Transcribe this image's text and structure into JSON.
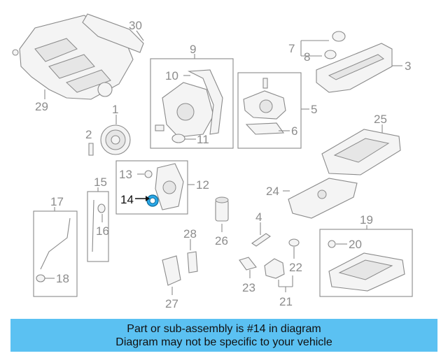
{
  "callouts": {
    "c1": "1",
    "c2": "2",
    "c3": "3",
    "c4": "4",
    "c5": "5",
    "c6": "6",
    "c7": "7",
    "c8": "8",
    "c9": "9",
    "c10": "10",
    "c11": "11",
    "c12": "12",
    "c13": "13",
    "c14": "14",
    "c15": "15",
    "c16": "16",
    "c17": "17",
    "c18": "18",
    "c19": "19",
    "c20": "20",
    "c21": "21",
    "c22": "22",
    "c23": "23",
    "c24": "24",
    "c25": "25",
    "c26": "26",
    "c27": "27",
    "c28": "28",
    "c29": "29",
    "c30": "30"
  },
  "highlight_callout": "14",
  "colors": {
    "banner": "#5bc1f2",
    "highlight_part": "#2aa8e8",
    "line_art": "#8a8a8a"
  },
  "banner": {
    "line1": "Part or sub-assembly is #14 in diagram",
    "line2": "Diagram may not be specific to your vehicle"
  }
}
